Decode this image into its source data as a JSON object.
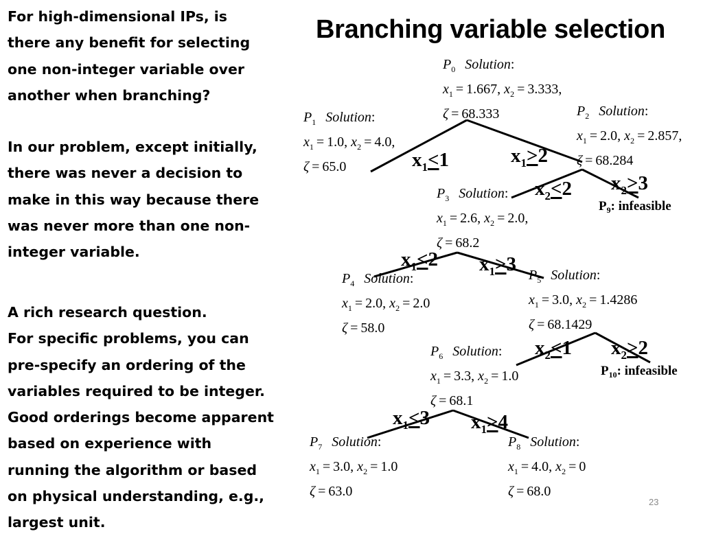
{
  "slide": {
    "title": "Branching variable selection",
    "page_number": "23",
    "left_paragraphs": [
      [
        "For high-dimensional IPs, is",
        "there any benefit for selecting",
        "one non-integer variable over",
        "another when branching?"
      ],
      [
        "In our problem, except initially,",
        "there was never a decision to",
        "make in this way because there",
        "was never more than one non-",
        "integer variable."
      ],
      [
        "A rich research question.",
        "For specific problems, you can",
        "pre-specify an ordering of the",
        "variables required to be integer.",
        "Good orderings become apparent",
        "based on experience with",
        "running the algorithm or based",
        "on physical understanding, e.g.,",
        "largest unit."
      ]
    ]
  },
  "tree": {
    "solution_label": "Solution",
    "nodes": [
      {
        "id": "P0",
        "p": "P",
        "psub": "0",
        "x1": "1.667",
        "x2": "3.333",
        "zeta": "68.333",
        "trail": ","
      },
      {
        "id": "P1",
        "p": "P",
        "psub": "1",
        "x1": "1.0",
        "x2": "4.0",
        "zeta": "65.0",
        "trail": ","
      },
      {
        "id": "P2",
        "p": "P",
        "psub": "2",
        "x1": "2.0",
        "x2": "2.857",
        "zeta": "68.284",
        "trail": ","
      },
      {
        "id": "P3",
        "p": "P",
        "psub": "3",
        "x1": "2.6",
        "x2": "2.0",
        "zeta": "68.2",
        "trail": ","
      },
      {
        "id": "P4",
        "p": "P",
        "psub": "4",
        "x1": "2.0",
        "x2": "2.0",
        "zeta": "58.0",
        "trail": ""
      },
      {
        "id": "P5",
        "p": "P",
        "psub": "5",
        "x1": "3.0",
        "x2": "1.4286",
        "zeta": "68.1429",
        "trail": ""
      },
      {
        "id": "P6",
        "p": "P",
        "psub": "6",
        "x1": "3.3",
        "x2": "1.0",
        "zeta": "68.1",
        "trail": ""
      },
      {
        "id": "P7",
        "p": "P",
        "psub": "7",
        "x1": "3.0",
        "x2": "1.0",
        "zeta": "63.0",
        "trail": ""
      },
      {
        "id": "P8",
        "p": "P",
        "psub": "8",
        "x1": "4.0",
        "x2": "0",
        "zeta": "68.0",
        "trail": ""
      }
    ],
    "branches": [
      {
        "var": "x",
        "sub": "1",
        "op": "<",
        "val": "1"
      },
      {
        "var": "x",
        "sub": "1",
        "op": ">",
        "val": "2"
      },
      {
        "var": "x",
        "sub": "2",
        "op": "<",
        "val": "2"
      },
      {
        "var": "x",
        "sub": "2",
        "op": ">",
        "val": "3"
      },
      {
        "var": "x",
        "sub": "1",
        "op": "<",
        "val": "2"
      },
      {
        "var": "x",
        "sub": "1",
        "op": ">",
        "val": "3"
      },
      {
        "var": "x",
        "sub": "2",
        "op": "<",
        "val": "1"
      },
      {
        "var": "x",
        "sub": "2",
        "op": ">",
        "val": "2"
      },
      {
        "var": "x",
        "sub": "1",
        "op": "<",
        "val": "3"
      },
      {
        "var": "x",
        "sub": "1",
        "op": ">",
        "val": "4"
      }
    ],
    "infeasible": [
      {
        "p": "P",
        "psub": "9",
        "text": "infeasible"
      },
      {
        "p": "P",
        "psub": "10",
        "text": "infeasible"
      }
    ],
    "edges": [
      {
        "from": "P0",
        "to": "P1"
      },
      {
        "from": "P0",
        "to": "P2"
      },
      {
        "from": "P2",
        "to": "P3"
      },
      {
        "from": "P2",
        "to": "P9"
      },
      {
        "from": "P3",
        "to": "P4"
      },
      {
        "from": "P3",
        "to": "P5"
      },
      {
        "from": "P5",
        "to": "P6"
      },
      {
        "from": "P5",
        "to": "P10"
      },
      {
        "from": "P6",
        "to": "P7"
      },
      {
        "from": "P6",
        "to": "P8"
      }
    ]
  }
}
